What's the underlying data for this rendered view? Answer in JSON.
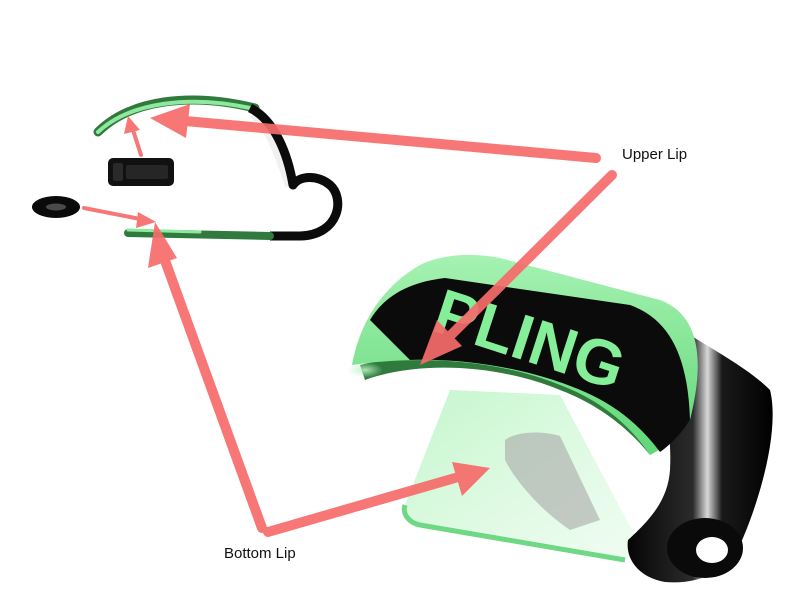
{
  "labels": {
    "upper_lip": "Upper Lip",
    "bottom_lip": "Bottom Lip"
  },
  "clip_text": "PLING",
  "colors": {
    "green": "#7de891",
    "green_dark": "#2f7a3c",
    "black": "#0d0d0d",
    "arrow": "#f76b6b"
  }
}
